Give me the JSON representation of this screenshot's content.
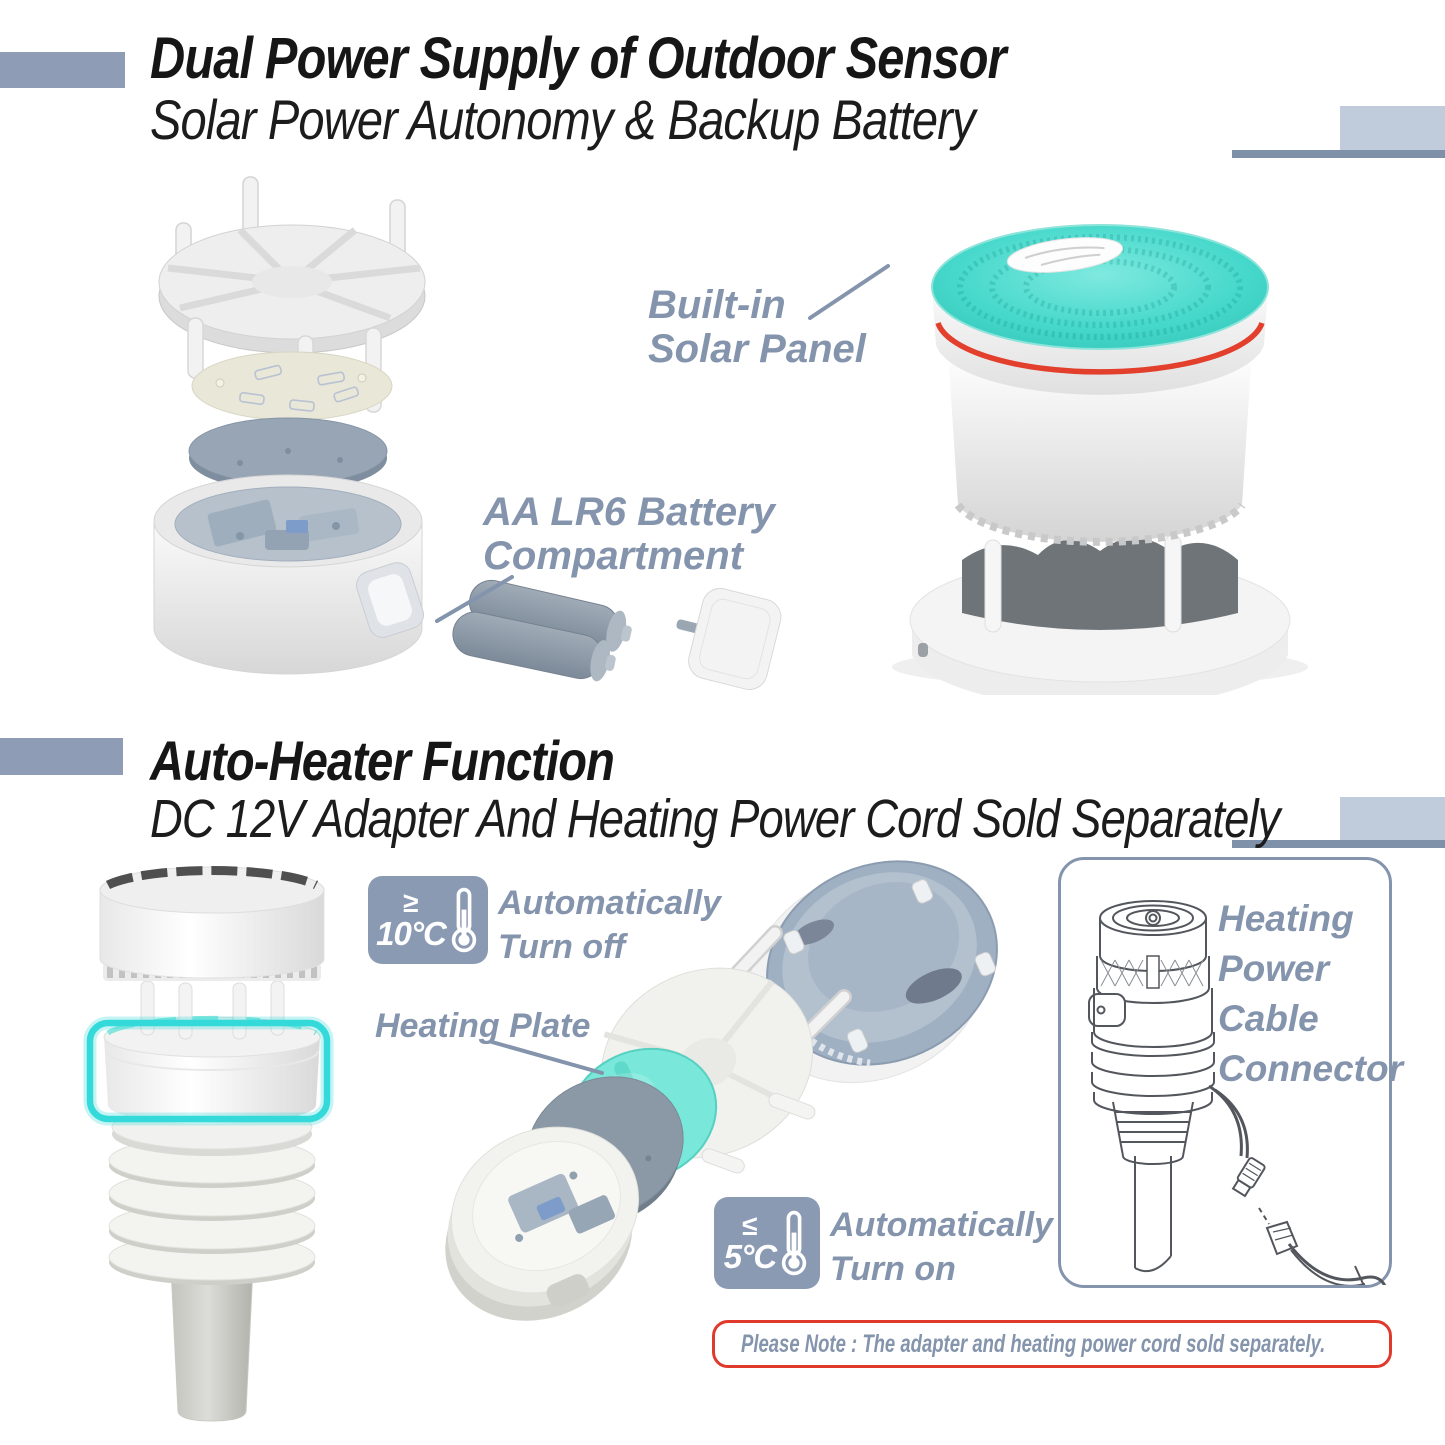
{
  "section1": {
    "title": "Dual Power Supply of Outdoor Sensor",
    "subtitle": "Solar Power Autonomy & Backup Battery",
    "label_solar_1": "Built-in",
    "label_solar_2": "Solar Panel",
    "label_battery_1": "AA LR6 Battery",
    "label_battery_2": "Compartment"
  },
  "section2": {
    "title": "Auto-Heater Function",
    "subtitle": "DC 12V Adapter And Heating Power Cord Sold Separately",
    "badge_off": {
      "operator": "≥",
      "temp": "10°C",
      "line1": "Automatically",
      "line2": "Turn off"
    },
    "badge_on": {
      "operator": "≤",
      "temp": "5°C",
      "line1": "Automatically",
      "line2": "Turn on"
    },
    "label_heating_plate": "Heating Plate",
    "label_connector_1": "Heating",
    "label_connector_2": "Power",
    "label_connector_3": "Cable",
    "label_connector_4": "Connector",
    "note_warning": "!",
    "note_text": "Please Note : The adapter and heating power cord sold separately."
  },
  "colors": {
    "title_color": "#161616",
    "accent_label": "#8494ac",
    "badge_bg": "#8b9ab3",
    "teal_panel": "#45d8cb",
    "teal_plate": "#79e7d9",
    "teal_outline": "#34d9d9",
    "red_ring": "#e2402c",
    "note_border": "#e03a2d",
    "warning_fill": "#ffd92a",
    "deco_light": "#c0cbdc",
    "deco_mid": "#8e9db5",
    "deco_dark": "#7f90a9"
  }
}
